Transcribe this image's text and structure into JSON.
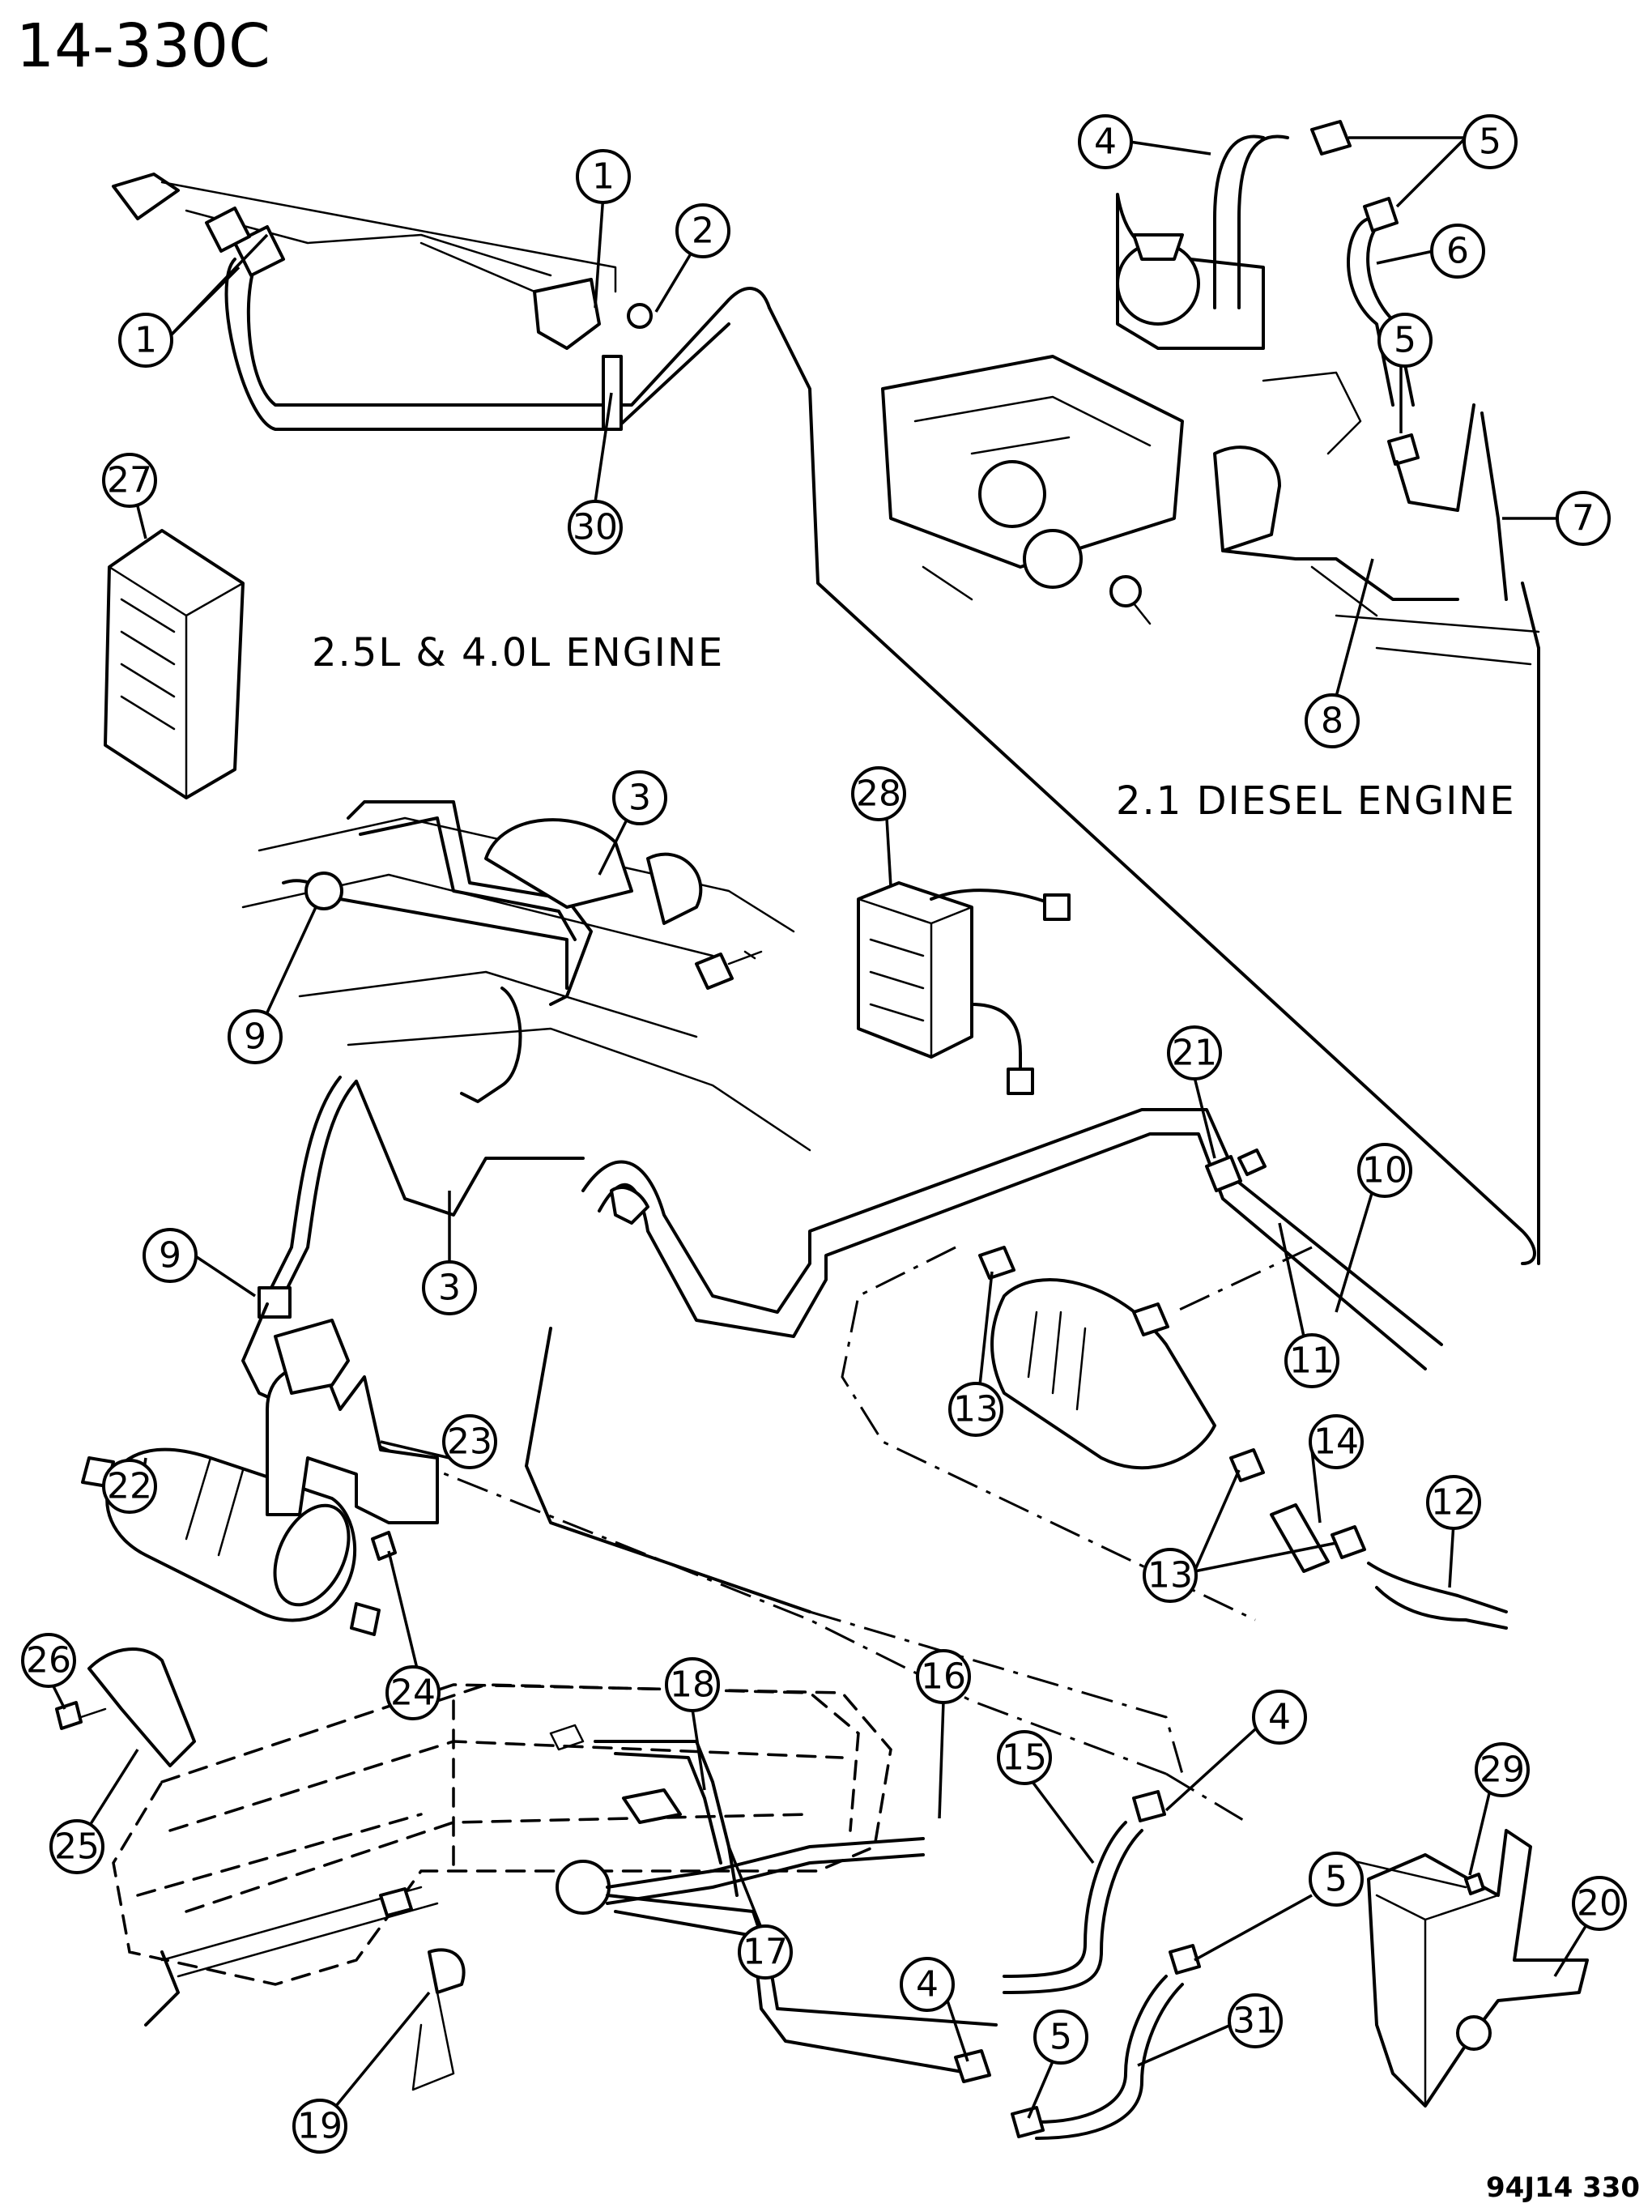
{
  "header": {
    "page_id": "14-330C"
  },
  "labels": {
    "gas_engine": "2.5L & 4.0L ENGINE",
    "diesel_engine": "2.1 DIESEL ENGINE"
  },
  "footer": {
    "figure_code": "94J14 330"
  },
  "callouts": [
    {
      "n": "1"
    },
    {
      "n": "1"
    },
    {
      "n": "2"
    },
    {
      "n": "30"
    },
    {
      "n": "27"
    },
    {
      "n": "4"
    },
    {
      "n": "5"
    },
    {
      "n": "6"
    },
    {
      "n": "5"
    },
    {
      "n": "7"
    },
    {
      "n": "8"
    },
    {
      "n": "3"
    },
    {
      "n": "9"
    },
    {
      "n": "28"
    },
    {
      "n": "21"
    },
    {
      "n": "10"
    },
    {
      "n": "11"
    },
    {
      "n": "3"
    },
    {
      "n": "9"
    },
    {
      "n": "13"
    },
    {
      "n": "14"
    },
    {
      "n": "13"
    },
    {
      "n": "12"
    },
    {
      "n": "22"
    },
    {
      "n": "23"
    },
    {
      "n": "26"
    },
    {
      "n": "24"
    },
    {
      "n": "25"
    },
    {
      "n": "18"
    },
    {
      "n": "16"
    },
    {
      "n": "15"
    },
    {
      "n": "4"
    },
    {
      "n": "5"
    },
    {
      "n": "17"
    },
    {
      "n": "4"
    },
    {
      "n": "5"
    },
    {
      "n": "31"
    },
    {
      "n": "19"
    },
    {
      "n": "29"
    },
    {
      "n": "20"
    }
  ]
}
